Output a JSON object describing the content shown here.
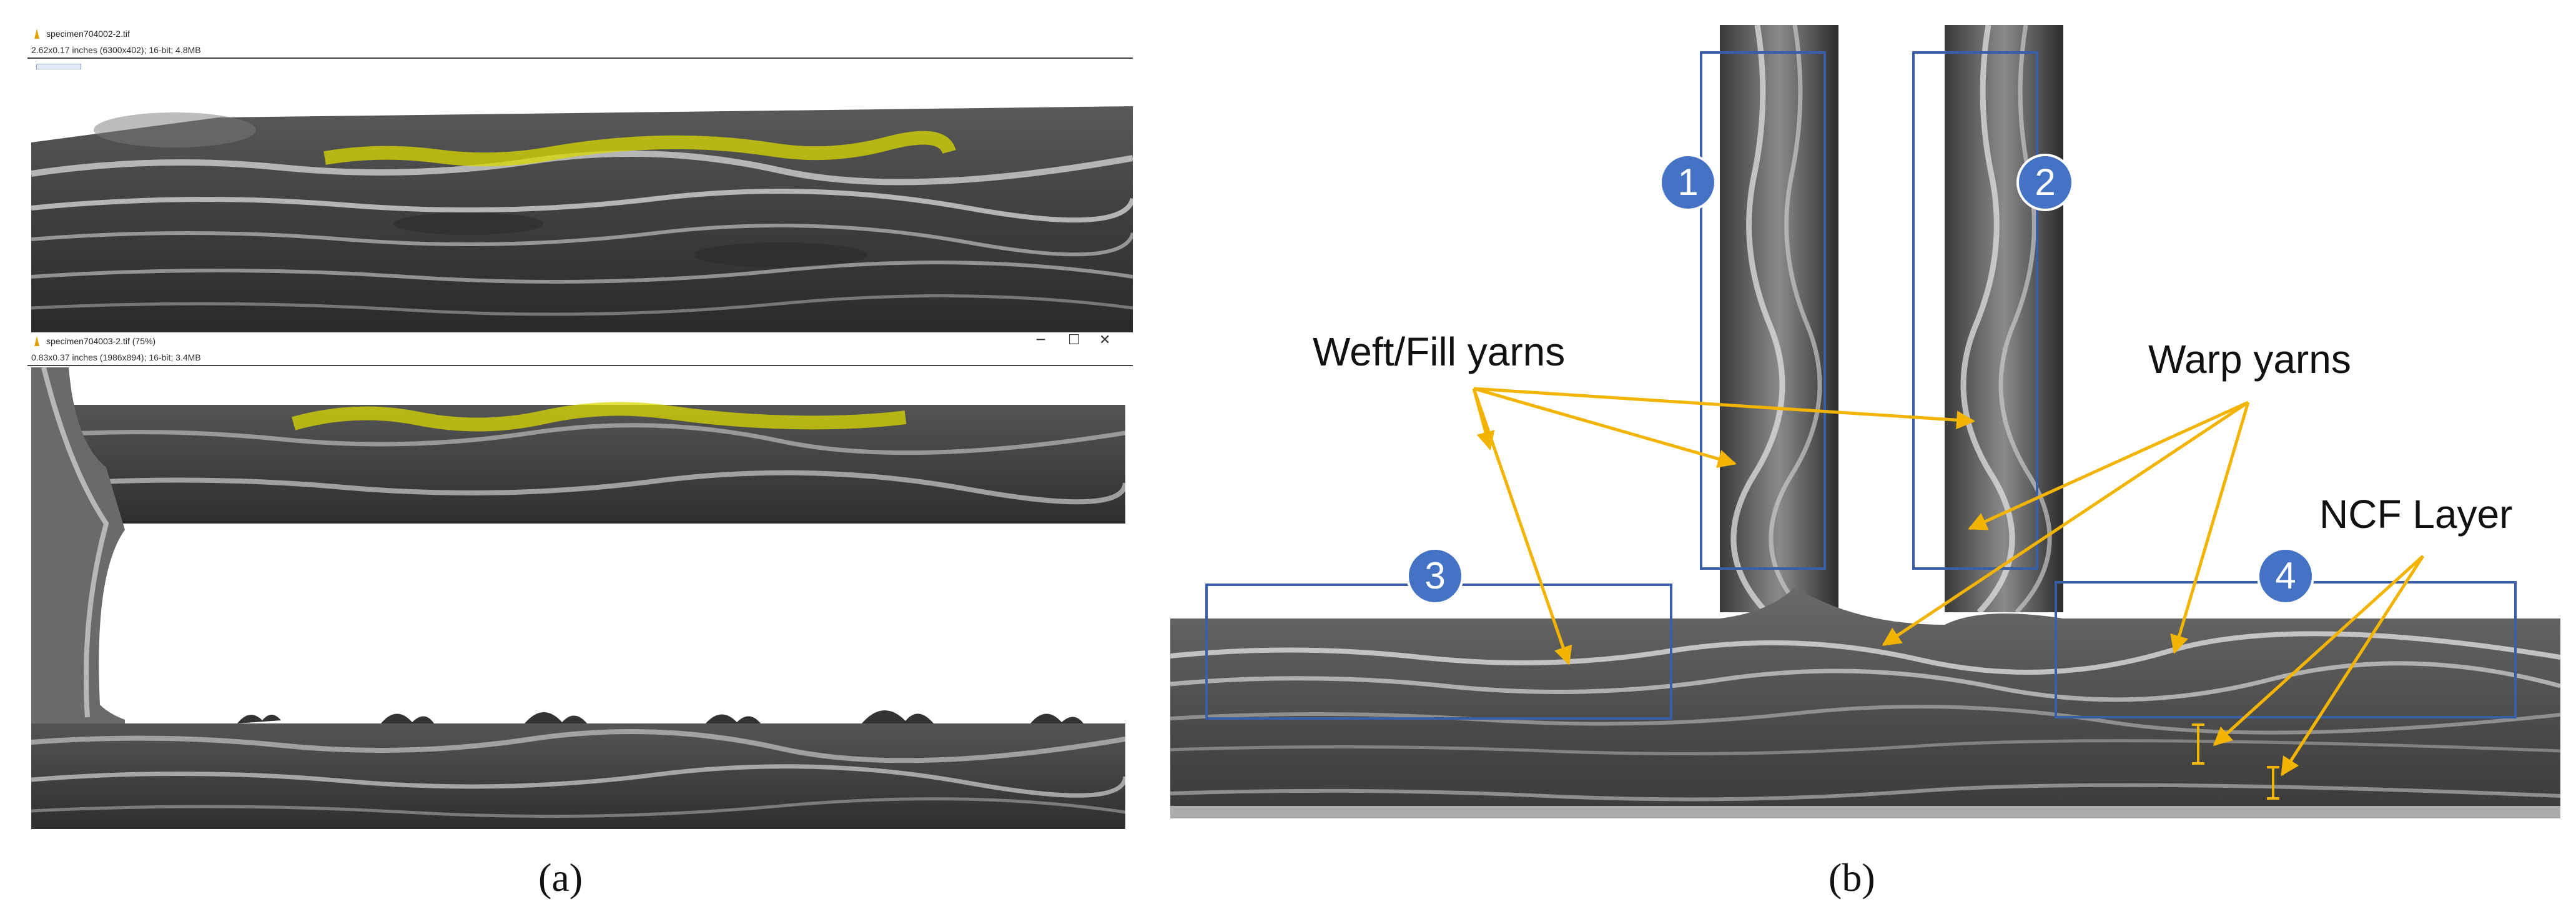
{
  "panel_a": {
    "window_top": {
      "title": "specimen704002-2.tif",
      "info": "2.62x0.17 inches (6300x402); 16-bit; 4.8MB"
    },
    "window_bottom": {
      "title": "specimen704003-2.tif (75%)",
      "info": "0.83x0.37 inches (1986x894); 16-bit; 3.4MB",
      "minimize_glyph": "─",
      "maximize_glyph": "☐",
      "close_glyph": "✕"
    },
    "caption": "(a)"
  },
  "panel_b": {
    "caption": "(b)",
    "badges": [
      "1",
      "2",
      "3",
      "4"
    ],
    "labels": {
      "weft": "Weft/Fill yarns",
      "warp": "Warp yarns",
      "ncf": "NCF Layer"
    }
  },
  "colors": {
    "box_border": "#3b5fa7",
    "badge_fill": "#4472c4",
    "arrow": "#f2b400",
    "highlight": "#d8d800"
  }
}
